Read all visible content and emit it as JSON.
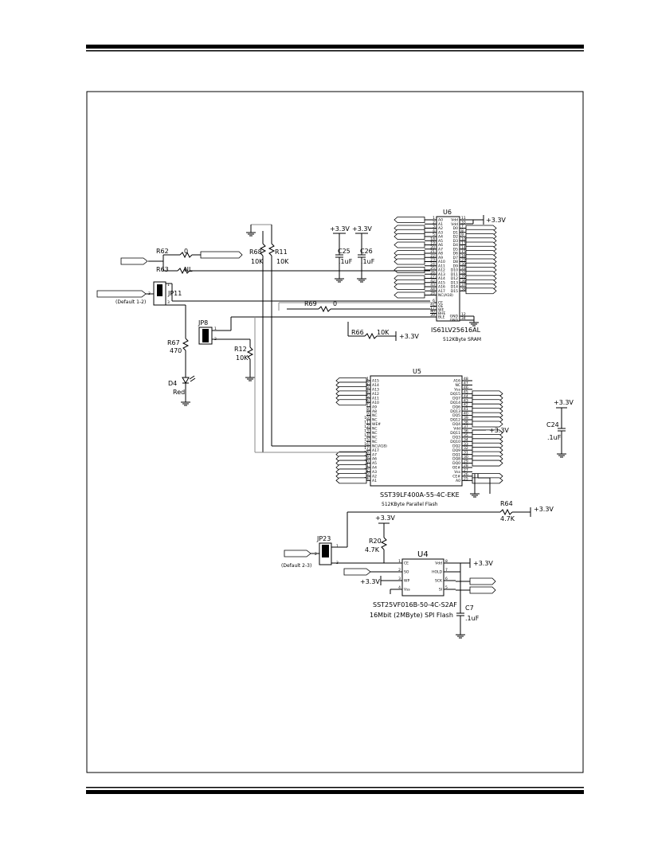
{
  "u6": {
    "ref": "U6",
    "part": "IS61LV25616AL",
    "desc": "512KByte SRAM",
    "left_pins": [
      {
        "num": "1",
        "name": "A0"
      },
      {
        "num": "2",
        "name": "A1"
      },
      {
        "num": "3",
        "name": "A2"
      },
      {
        "num": "4",
        "name": "A3"
      },
      {
        "num": "5",
        "name": "A4"
      },
      {
        "num": "18",
        "name": "A5"
      },
      {
        "num": "19",
        "name": "A6"
      },
      {
        "num": "20",
        "name": "A7"
      },
      {
        "num": "21",
        "name": "A8"
      },
      {
        "num": "22",
        "name": "A9"
      },
      {
        "num": "23",
        "name": "A10"
      },
      {
        "num": "24",
        "name": "A11"
      },
      {
        "num": "25",
        "name": "A12"
      },
      {
        "num": "26",
        "name": "A13"
      },
      {
        "num": "27",
        "name": "A14"
      },
      {
        "num": "42",
        "name": "A15"
      },
      {
        "num": "43",
        "name": "A16"
      },
      {
        "num": "44",
        "name": "A17"
      },
      {
        "num": "28",
        "name": "NC(A18)"
      }
    ],
    "ctrl_pins": [
      {
        "num": "6",
        "name": "CE"
      },
      {
        "num": "41",
        "name": "OE"
      },
      {
        "num": "17",
        "name": "WE"
      },
      {
        "num": "40",
        "name": "BHE"
      },
      {
        "num": "39",
        "name": "BLE"
      }
    ],
    "right_pins": [
      {
        "num": "11",
        "name": "Vdd"
      },
      {
        "num": "33",
        "name": "Vdd"
      },
      {
        "num": "7",
        "name": "D0"
      },
      {
        "num": "8",
        "name": "D1"
      },
      {
        "num": "9",
        "name": "D2"
      },
      {
        "num": "10",
        "name": "D3"
      },
      {
        "num": "13",
        "name": "D4"
      },
      {
        "num": "14",
        "name": "D5"
      },
      {
        "num": "15",
        "name": "D6"
      },
      {
        "num": "16",
        "name": "D7"
      },
      {
        "num": "29",
        "name": "D8"
      },
      {
        "num": "30",
        "name": "D9"
      },
      {
        "num": "31",
        "name": "D10"
      },
      {
        "num": "32",
        "name": "D11"
      },
      {
        "num": "35",
        "name": "D12"
      },
      {
        "num": "36",
        "name": "D13"
      },
      {
        "num": "37",
        "name": "D14"
      },
      {
        "num": "38",
        "name": "D15"
      }
    ],
    "gnd_pins": [
      {
        "num": "12",
        "name": "GND"
      },
      {
        "num": "34",
        "name": "GND"
      }
    ]
  },
  "u5": {
    "ref": "U5",
    "part": "SST39LF400A-55-4C-EKE",
    "desc": "512KByte Parallel Flash",
    "left_pins": [
      {
        "num": "1",
        "name": "A15"
      },
      {
        "num": "2",
        "name": "A14"
      },
      {
        "num": "3",
        "name": "A13"
      },
      {
        "num": "4",
        "name": "A12"
      },
      {
        "num": "5",
        "name": "A11"
      },
      {
        "num": "6",
        "name": "A10"
      },
      {
        "num": "7",
        "name": "A9"
      },
      {
        "num": "8",
        "name": "A8"
      },
      {
        "num": "9",
        "name": "NC"
      },
      {
        "num": "10",
        "name": "NC"
      },
      {
        "num": "11",
        "name": "WE#"
      },
      {
        "num": "12",
        "name": "NC"
      },
      {
        "num": "13",
        "name": "NC"
      },
      {
        "num": "14",
        "name": "NC"
      },
      {
        "num": "15",
        "name": "NC"
      },
      {
        "num": "16",
        "name": "NC(A18)"
      },
      {
        "num": "17",
        "name": "A17"
      },
      {
        "num": "18",
        "name": "A7"
      },
      {
        "num": "19",
        "name": "A6"
      },
      {
        "num": "20",
        "name": "A5"
      },
      {
        "num": "21",
        "name": "A4"
      },
      {
        "num": "22",
        "name": "A3"
      },
      {
        "num": "23",
        "name": "A2"
      },
      {
        "num": "24",
        "name": "A1"
      }
    ],
    "right_pins": [
      {
        "num": "48",
        "name": "A16"
      },
      {
        "num": "47",
        "name": "NC"
      },
      {
        "num": "46",
        "name": "Vss"
      },
      {
        "num": "45",
        "name": "DQ15"
      },
      {
        "num": "44",
        "name": "DQ7"
      },
      {
        "num": "43",
        "name": "DQ14"
      },
      {
        "num": "42",
        "name": "DQ6"
      },
      {
        "num": "41",
        "name": "DQ13"
      },
      {
        "num": "40",
        "name": "DQ5"
      },
      {
        "num": "39",
        "name": "DQ12"
      },
      {
        "num": "38",
        "name": "DQ4"
      },
      {
        "num": "37",
        "name": "Vdd"
      },
      {
        "num": "36",
        "name": "DQ11"
      },
      {
        "num": "35",
        "name": "DQ3"
      },
      {
        "num": "34",
        "name": "DQ10"
      },
      {
        "num": "33",
        "name": "DQ2"
      },
      {
        "num": "32",
        "name": "DQ9"
      },
      {
        "num": "31",
        "name": "DQ1"
      },
      {
        "num": "30",
        "name": "DQ8"
      },
      {
        "num": "29",
        "name": "DQ0"
      },
      {
        "num": "28",
        "name": "OE#"
      },
      {
        "num": "27",
        "name": "Vss"
      },
      {
        "num": "26",
        "name": "CE#"
      },
      {
        "num": "25",
        "name": "A0"
      }
    ]
  },
  "u4": {
    "ref": "U4",
    "part": "SST25VF016B-50-4C-S2AF",
    "desc": "16Mbit (2MByte) SPI Flash",
    "left_pins": [
      {
        "num": "1",
        "name": "CE"
      },
      {
        "num": "2",
        "name": "SO"
      },
      {
        "num": "3",
        "name": "WP"
      },
      {
        "num": "4",
        "name": "Vss"
      }
    ],
    "right_pins": [
      {
        "num": "8",
        "name": "Vdd"
      },
      {
        "num": "7",
        "name": "HOLD"
      },
      {
        "num": "6",
        "name": "SCK"
      },
      {
        "num": "5",
        "name": "SI"
      }
    ]
  },
  "parts": {
    "r62": "R62",
    "r62_val": "0",
    "r63": "R63",
    "r63_val": "NL",
    "r68": "R68",
    "r68_val": "10K",
    "r11": "R11",
    "r11_val": "10K",
    "r69": "R69",
    "r69_val": "0",
    "r66": "R66",
    "r66_val": "10K",
    "r67": "R67",
    "r67_val": "470",
    "r12": "R12",
    "r12_val": "10K",
    "r64": "R64",
    "r64_val": "4.7K",
    "r20": "R20",
    "r20_val": "4.7K",
    "c25": "C25",
    "c25_val": ".1uF",
    "c26": "C26",
    "c26_val": ".1uF",
    "c24": "C24",
    "c24_val": ".1uF",
    "c7": "C7",
    "c7_val": ".1uF",
    "d4": "D4",
    "d4_val": "Red",
    "jp11": "JP11",
    "jp11_note": "(Default 1-2)",
    "jp8": "JP8",
    "jp23": "JP23",
    "jp23_note": "(Default 2-3)",
    "pwr": "+3.3V",
    "pin1": "1",
    "pin2": "2",
    "pin3": "3"
  }
}
